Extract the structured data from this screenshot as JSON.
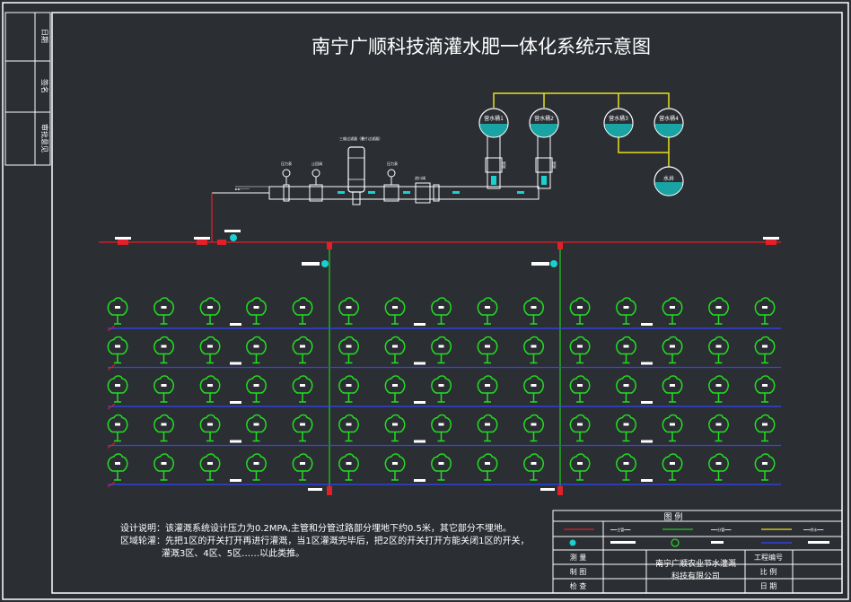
{
  "title": "南宁广顺科技滴灌水肥一体化系统示意图",
  "tanks": [
    {
      "label": "营水桶1"
    },
    {
      "label": "营水桶2"
    },
    {
      "label": "营水桶3"
    },
    {
      "label": "营水桶4"
    }
  ],
  "well_label": "水井",
  "side_labels": [
    "日期",
    "签名",
    "审批意见"
  ],
  "notes": {
    "line1": "设计说明：该灌溉系统设计压力为0.2MPA,主管和分管过路部分埋地下约0.5米，其它部分不埋地。",
    "line2": "区域轮灌：先把1区的开关打开再进行灌溉，当1区灌溉完毕后，把2区的开关打开方能关闭1区的开关，",
    "line3": "灌溉3区、4区、5区……以此类推。"
  },
  "legend": {
    "title": "图 例"
  },
  "titleblock": {
    "rows": [
      {
        "label": "测 量"
      },
      {
        "label": "制 图"
      },
      {
        "label": "检 查"
      }
    ],
    "company_line1": "南宁广顺农业节水灌溉",
    "company_line2": "科技有限公司",
    "right_rows": [
      {
        "label": "工程编号"
      },
      {
        "label": "比 例"
      },
      {
        "label": "日 期"
      }
    ]
  },
  "colors": {
    "background": "#2b2e33",
    "frame": "#ffffff",
    "main_pipe": "#e0202a",
    "branch_pipe": "#22cc22",
    "lateral_pipe": "#3344ff",
    "supply_pipe": "#e8e020",
    "tank_fill": "#1aa3a3",
    "tree": "#22dd22"
  },
  "tree_layout": {
    "rows": 5,
    "per_row": 15
  }
}
